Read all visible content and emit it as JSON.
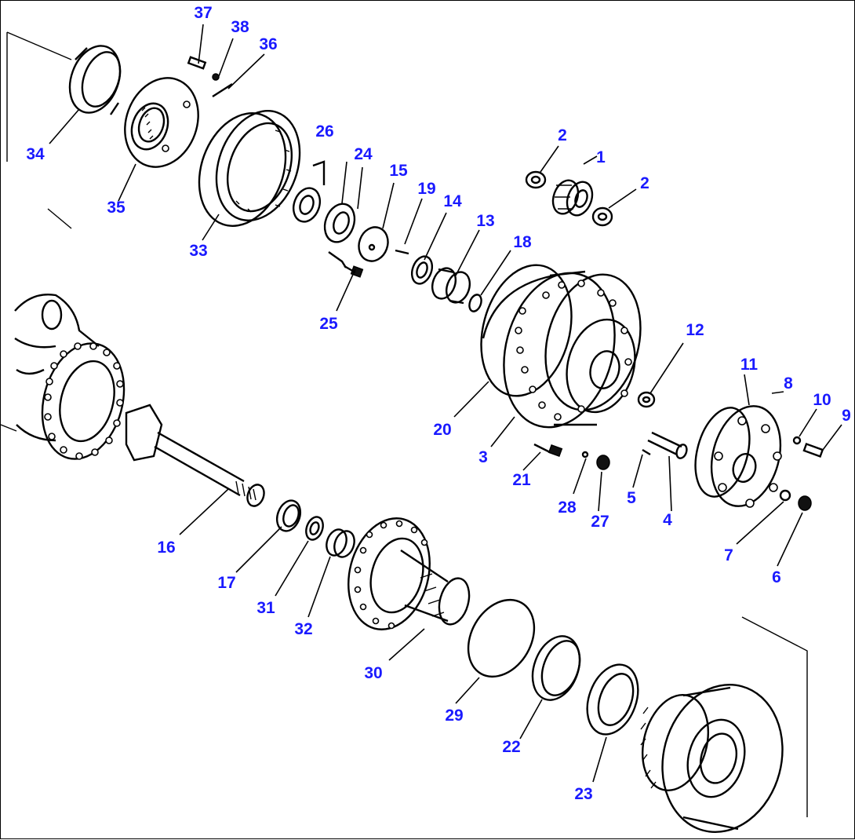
{
  "callouts": [
    {
      "id": "c37",
      "text": "37"
    },
    {
      "id": "c38",
      "text": "38"
    },
    {
      "id": "c36",
      "text": "36"
    },
    {
      "id": "c34",
      "text": "34"
    },
    {
      "id": "c35",
      "text": "35"
    },
    {
      "id": "c33",
      "text": "33"
    },
    {
      "id": "c26",
      "text": "26"
    },
    {
      "id": "c24",
      "text": "24"
    },
    {
      "id": "c15",
      "text": "15"
    },
    {
      "id": "c19",
      "text": "19"
    },
    {
      "id": "c14",
      "text": "14"
    },
    {
      "id": "c13",
      "text": "13"
    },
    {
      "id": "c18",
      "text": "18"
    },
    {
      "id": "c25",
      "text": "25"
    },
    {
      "id": "c2a",
      "text": "2"
    },
    {
      "id": "c1",
      "text": "1"
    },
    {
      "id": "c2b",
      "text": "2"
    },
    {
      "id": "c12",
      "text": "12"
    },
    {
      "id": "c11",
      "text": "11"
    },
    {
      "id": "c8",
      "text": "8"
    },
    {
      "id": "c10",
      "text": "10"
    },
    {
      "id": "c9",
      "text": "9"
    },
    {
      "id": "c20",
      "text": "20"
    },
    {
      "id": "c3",
      "text": "3"
    },
    {
      "id": "c21",
      "text": "21"
    },
    {
      "id": "c28",
      "text": "28"
    },
    {
      "id": "c27",
      "text": "27"
    },
    {
      "id": "c5",
      "text": "5"
    },
    {
      "id": "c4",
      "text": "4"
    },
    {
      "id": "c7",
      "text": "7"
    },
    {
      "id": "c6",
      "text": "6"
    },
    {
      "id": "c16",
      "text": "16"
    },
    {
      "id": "c17",
      "text": "17"
    },
    {
      "id": "c31",
      "text": "31"
    },
    {
      "id": "c32",
      "text": "32"
    },
    {
      "id": "c30",
      "text": "30"
    },
    {
      "id": "c29",
      "text": "29"
    },
    {
      "id": "c22",
      "text": "22"
    },
    {
      "id": "c23",
      "text": "23"
    }
  ],
  "colors": {
    "callout": "#1a1aff",
    "line": "#000000",
    "background": "#ffffff"
  }
}
